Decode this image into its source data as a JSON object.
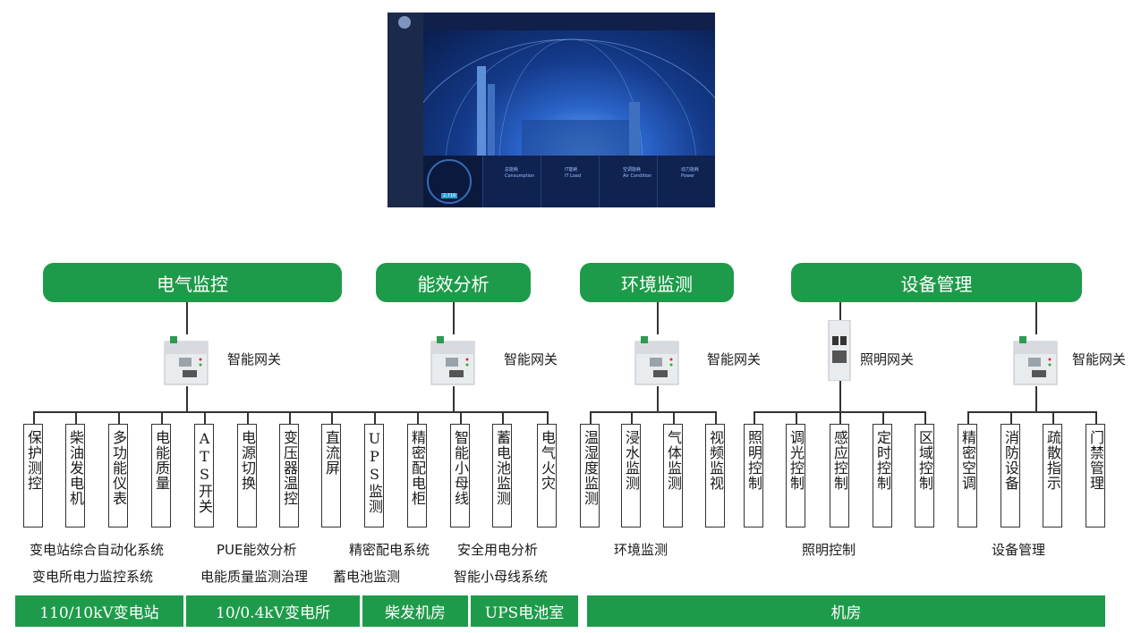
{
  "headers": [
    "电气监控",
    "能效分析",
    "环境监测",
    "设备管理"
  ],
  "gateways": [
    "智能网关",
    "智能网关",
    "智能网关",
    "照明网关",
    "智能网关"
  ],
  "leaves": [
    "保护测控",
    "柴油发电机",
    "多功能仪表",
    "电能质量",
    "ATS开关",
    "电源切换",
    "变压器温控",
    "直流屏",
    "UPS监测",
    "精密配电柜",
    "智能小母线",
    "蓄电池监测",
    "电气火灾",
    "温湿度监测",
    "浸水监测",
    "气体监测",
    "视频监视",
    "照明控制",
    "调光控制",
    "感应控制",
    "定时控制",
    "区域控制",
    "精密空调",
    "消防设备",
    "疏散指示",
    "门禁管理"
  ],
  "captions": [
    "变电站综合自动化系统",
    "变电所电力监控系统",
    "PUE能效分析",
    "电能质量监测治理",
    "精密配电系统",
    "蓄电池监测",
    "安全用电分析",
    "智能小母线系统",
    "环境监测",
    "照明控制",
    "设备管理"
  ],
  "bottom": [
    "110/10kV变电站",
    "10/0.4kV变电所",
    "柴发机房",
    "UPS电池室",
    "机房"
  ],
  "dashboard": {
    "panels": [
      {
        "title": "总能耗",
        "sub": "Consumption"
      },
      {
        "title": "IT能耗",
        "sub": "IT Load"
      },
      {
        "title": "空调能耗",
        "sub": "Air Condition"
      },
      {
        "title": "动力能耗",
        "sub": "Power"
      }
    ],
    "gauge_value": "2.716"
  },
  "colors": {
    "accent": "#1e9b4a",
    "line": "#333333",
    "dash_bg": "#0b1a3c"
  }
}
